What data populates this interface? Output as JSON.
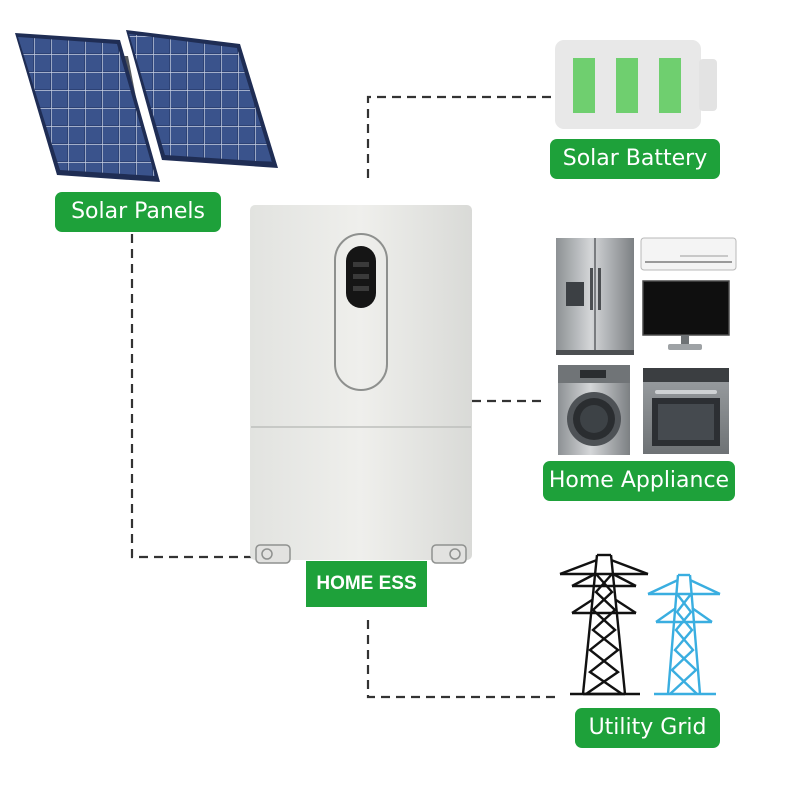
{
  "labels": {
    "solar_panels": "Solar Panels",
    "solar_battery": "Solar Battery",
    "home_appliance": "Home Appliance",
    "utility_grid": "Utility Grid",
    "home_ess": "HOME ESS"
  },
  "colors": {
    "label_green": "#1ea13a",
    "battery_level_green": "#6fcf6f",
    "panel_blue": "#2b3f73",
    "grid_tower_light": "#3aaee0",
    "grid_tower_dark": "#111111",
    "connector_line": "#333333"
  },
  "battery": {
    "bars_filled": 3
  }
}
